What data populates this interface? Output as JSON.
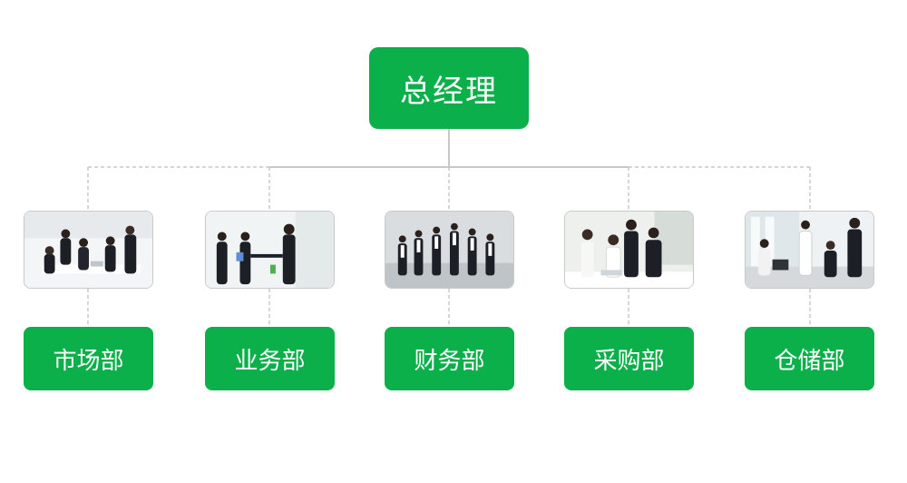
{
  "org_chart": {
    "root": {
      "label": "总经理"
    },
    "departments": [
      {
        "label": "市场部",
        "photo_icon": "team-meeting-photo"
      },
      {
        "label": "业务部",
        "photo_icon": "handshake-photo"
      },
      {
        "label": "财务部",
        "photo_icon": "team-celebration-photo"
      },
      {
        "label": "采购部",
        "photo_icon": "team-review-photo"
      },
      {
        "label": "仓储部",
        "photo_icon": "office-workers-photo"
      }
    ]
  },
  "colors": {
    "box_green": "#0bb04a",
    "connector_gray": "#c8c8c8",
    "text_white": "#ffffff"
  }
}
